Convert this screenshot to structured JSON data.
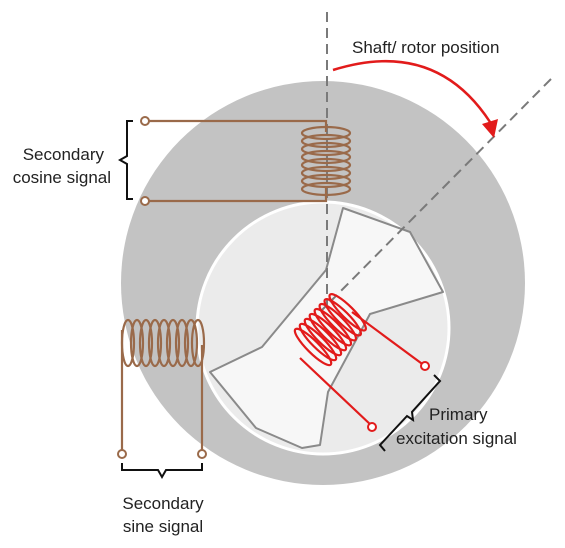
{
  "labels": {
    "shaft": "Shaft/ rotor position",
    "cosine_line1": "Secondary",
    "cosine_line2": "cosine signal",
    "sine_line1": "Secondary",
    "sine_line2": "sine signal",
    "primary_line1": "Primary",
    "primary_line2": "excitation signal"
  },
  "colors": {
    "stator": "#c3c3c3",
    "stator_edge": "#ffffff",
    "bore": "#e9e9e9",
    "rotor": "#f7f7f7",
    "rotor_edge": "#8a8a8a",
    "axis": "#7a7a7a",
    "secondary_coil": "#9a6a4a",
    "primary_coil": "#e21b1b",
    "arrow": "#e21b1b",
    "bracket": "#111111"
  },
  "icons": {
    "cosine_coil": "coil-icon",
    "sine_coil": "coil-icon",
    "primary_coil": "coil-icon",
    "rotation_arrow": "curved-arrow-icon"
  }
}
